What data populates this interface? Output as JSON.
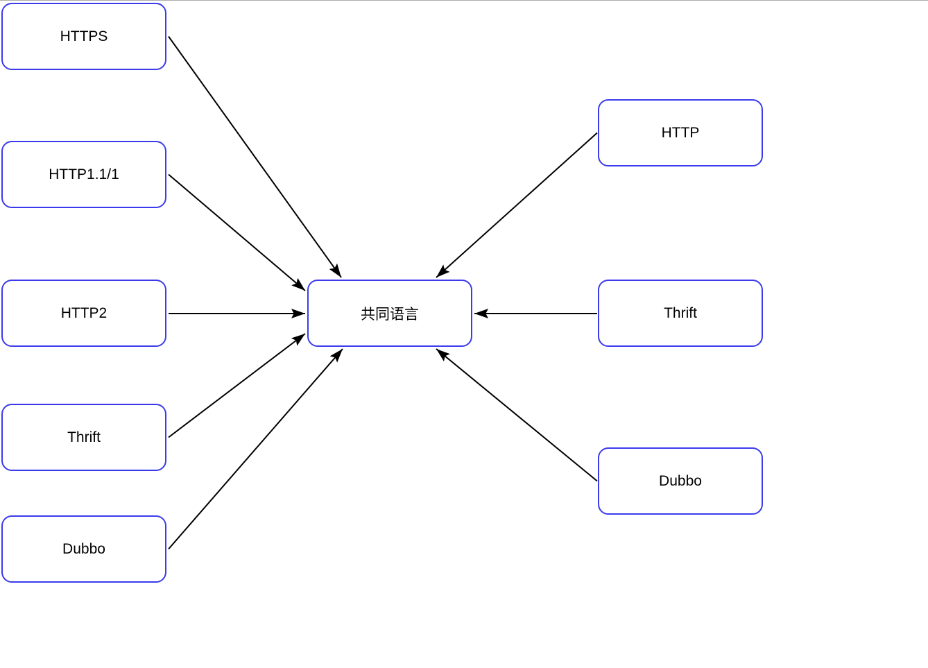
{
  "diagram": {
    "center_node": {
      "label": "共同语言"
    },
    "left_nodes": [
      {
        "label": "HTTPS"
      },
      {
        "label": "HTTP1.1/1"
      },
      {
        "label": "HTTP2"
      },
      {
        "label": "Thrift"
      },
      {
        "label": "Dubbo"
      }
    ],
    "right_nodes": [
      {
        "label": "HTTP"
      },
      {
        "label": "Thrift"
      },
      {
        "label": "Dubbo"
      }
    ],
    "connections": [
      {
        "from": "HTTPS",
        "from_side": "left",
        "to": "共同语言",
        "direction": "into-center"
      },
      {
        "from": "HTTP1.1/1",
        "from_side": "left",
        "to": "共同语言",
        "direction": "into-center"
      },
      {
        "from": "HTTP2",
        "from_side": "left",
        "to": "共同语言",
        "direction": "into-center"
      },
      {
        "from": "Thrift",
        "from_side": "left",
        "to": "共同语言",
        "direction": "into-center"
      },
      {
        "from": "Dubbo",
        "from_side": "left",
        "to": "共同语言",
        "direction": "into-center"
      },
      {
        "from": "HTTP",
        "from_side": "right",
        "to": "共同语言",
        "direction": "into-center"
      },
      {
        "from": "Thrift",
        "from_side": "right",
        "to": "共同语言",
        "direction": "into-center"
      },
      {
        "from": "Dubbo",
        "from_side": "right",
        "to": "共同语言",
        "direction": "into-center"
      }
    ],
    "colors": {
      "node_border": "#3b3beb",
      "node_fill": "#ffffff",
      "arrow": "#000000",
      "text": "#000000",
      "background": "#ffffff",
      "top_edge_line": "#ababab"
    }
  }
}
